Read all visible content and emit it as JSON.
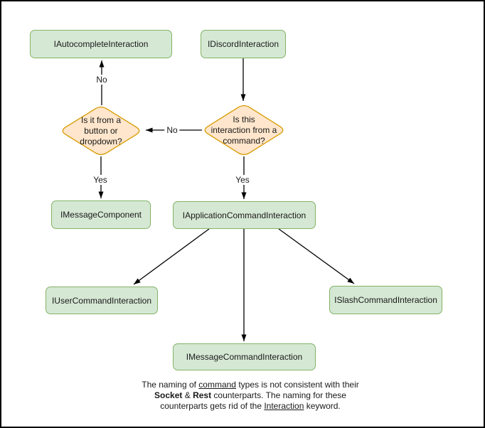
{
  "colors": {
    "green_fill": "#d5e8d4",
    "green_stroke": "#82b366",
    "orange_fill": "#ffe6cc",
    "orange_stroke": "#d79b00",
    "arrow": "#000000"
  },
  "diagram": {
    "nodes": {
      "autocomplete": {
        "label": "IAutocompleteInteraction"
      },
      "discord": {
        "label": "IDiscordInteraction"
      },
      "message_component": {
        "label": "IMessageComponent"
      },
      "application_command": {
        "label": "IApplicationCommandInteraction"
      },
      "user_command": {
        "label": "IUserCommandInteraction"
      },
      "slash_command": {
        "label": "ISlashCommandInteraction"
      },
      "message_command": {
        "label": "IMessageCommandInteraction"
      }
    },
    "decisions": {
      "from_button_dropdown": {
        "label": "Is it from a\nbutton or\ndropdown?"
      },
      "from_command": {
        "label": "Is this\ninteraction from a\ncommand?"
      }
    },
    "edge_labels": {
      "no_up": "No",
      "no_left": "No",
      "yes_left": "Yes",
      "yes_right": "Yes"
    },
    "note": {
      "l1a": "The naming of ",
      "l1b": "command",
      "l1c": " types is not consistent with their",
      "l2a": "Socket",
      "l2b": " & ",
      "l2c": "Rest",
      "l2d": " counterparts. The naming for these",
      "l3a": "counterparts gets rid of the ",
      "l3b": "Interaction",
      "l3c": " keyword."
    }
  }
}
